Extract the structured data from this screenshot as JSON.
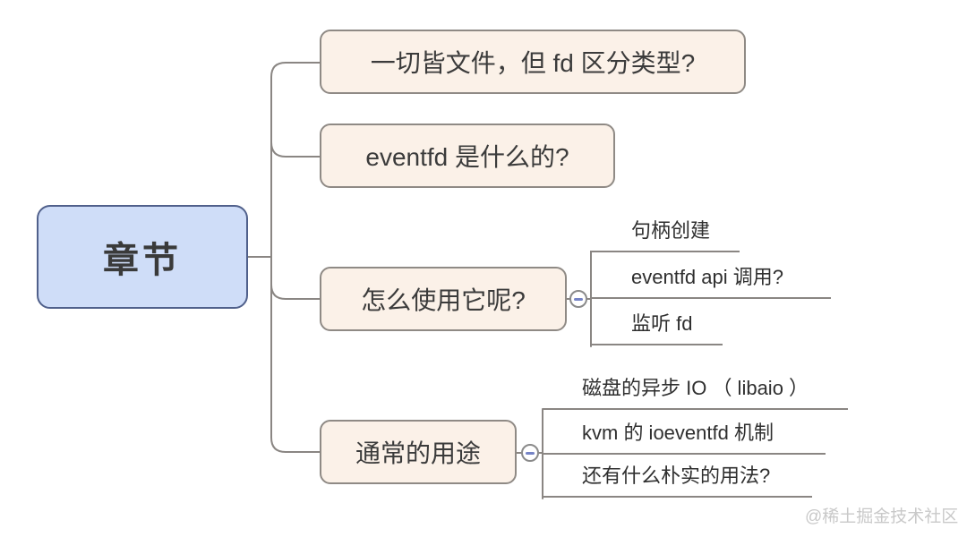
{
  "diagram": {
    "type": "mindmap",
    "root": {
      "label": "章节"
    },
    "branches": [
      {
        "label": "一切皆文件，但 fd 区分类型?",
        "children": []
      },
      {
        "label": "eventfd 是什么的?",
        "children": []
      },
      {
        "label": "怎么使用它呢?",
        "collapsed": false,
        "children": [
          "句柄创建",
          "eventfd api 调用?",
          "监听 fd"
        ]
      },
      {
        "label": "通常的用途",
        "collapsed": false,
        "children": [
          "磁盘的异步 IO （ libaio ）",
          "kvm 的 ioeventfd 机制",
          "还有什么朴实的用法?"
        ]
      }
    ]
  },
  "icons": {
    "collapse": "minus-icon"
  },
  "watermark": "@稀土掘金技术社区",
  "colors": {
    "background": "#ffffff",
    "root_fill": "#cfddf8",
    "root_border": "#50608b",
    "branch_fill": "#fbf1e8",
    "branch_border": "#8f8a85",
    "connector": "#8a8683",
    "collapse_minus": "#7583c6",
    "text": "#3a3a3a",
    "watermark": "#c9c9c9"
  }
}
